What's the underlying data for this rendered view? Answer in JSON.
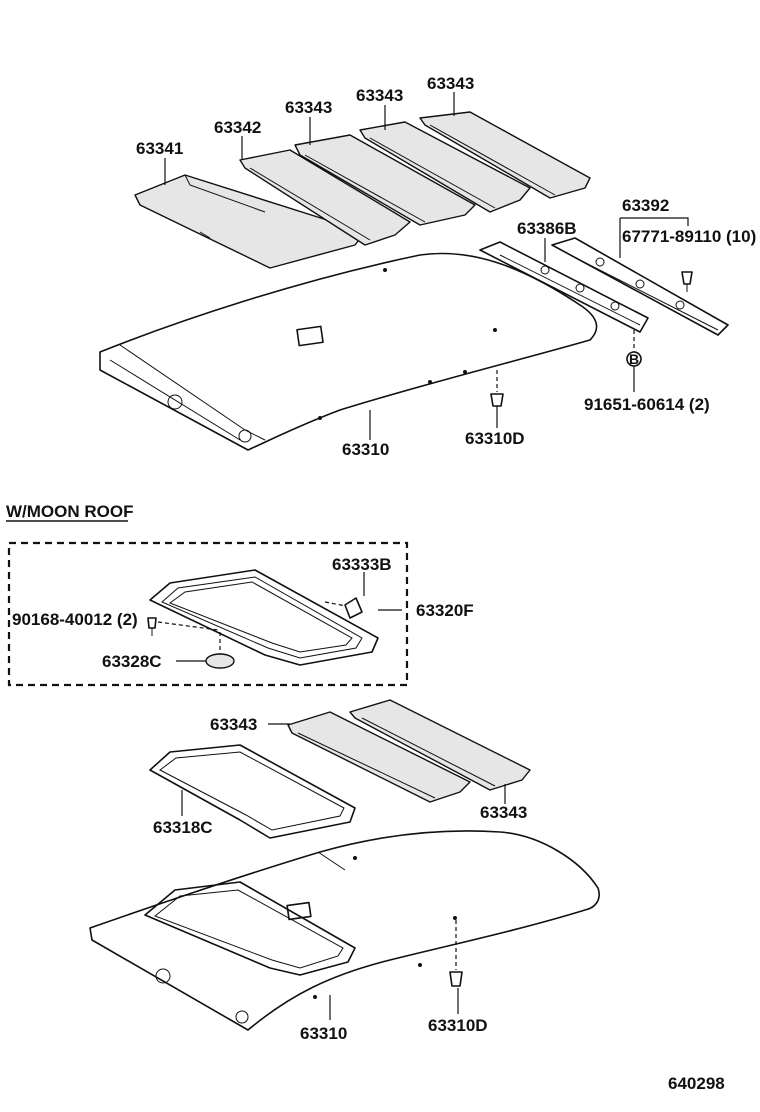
{
  "labels": {
    "p63341": "63341",
    "p63342": "63342",
    "p63343_a": "63343",
    "p63343_b": "63343",
    "p63343_c": "63343",
    "p63392": "63392",
    "p63386b": "63386B",
    "p67771": "67771-89110 (10)",
    "p91651": "91651-60614 (2)",
    "p63310_top": "63310",
    "p63310d_top": "63310D",
    "moonroof_heading": "W/MOON ROOF",
    "p63333b": "63333B",
    "p63320f": "63320F",
    "p90168": "90168-40012 (2)",
    "p63328c": "63328C",
    "p63343_d": "63343",
    "p63343_e": "63343",
    "p63318c": "63318C",
    "p63310_bot": "63310",
    "p63310d_bot": "63310D",
    "b_marker": "B",
    "ref_number": "640298"
  }
}
